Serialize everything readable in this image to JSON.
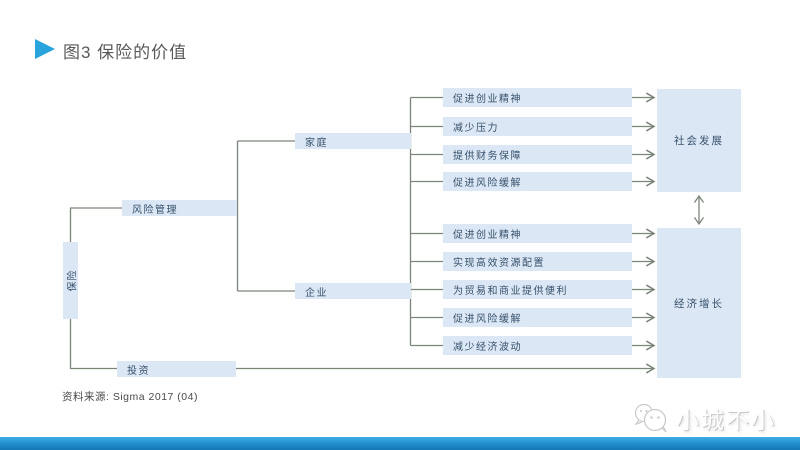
{
  "title": "图3  保险的价值",
  "diagram": {
    "root_label": "保险",
    "branch_risk": "风险管理",
    "branch_invest": "投资",
    "node_family": "家庭",
    "node_business": "企业",
    "family_benefits": [
      "促进创业精神",
      "减少压力",
      "提供财务保障",
      "促进风险缓解"
    ],
    "business_benefits": [
      "促进创业精神",
      "实现高效资源配置",
      "为贸易和商业提供便利",
      "促进风险缓解",
      "减少经济波动"
    ],
    "outcome_social": "社会发展",
    "outcome_economic": "经济增长"
  },
  "source_note": "资料来源: Sigma 2017 (04)",
  "watermark_text": "小城不小",
  "colors": {
    "accent_blue": "#29a3dc",
    "node_fill": "#dbe7f5",
    "node_text": "#37516b",
    "connector_line": "#7b867b",
    "title_text": "#595959",
    "bottom_bar_top": "#3eb0e4",
    "bottom_bar_bottom": "#1677b5"
  }
}
